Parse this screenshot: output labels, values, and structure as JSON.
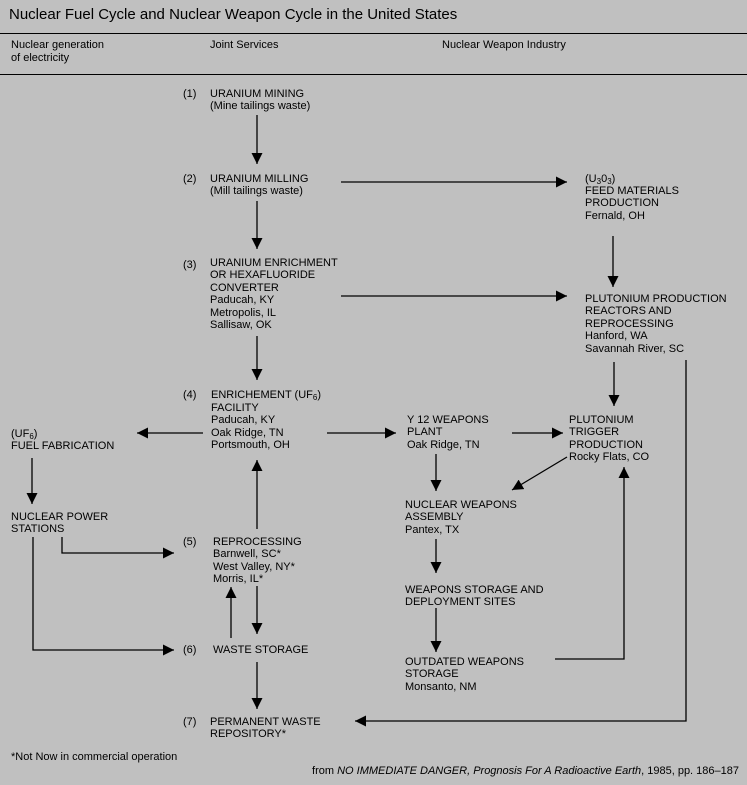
{
  "title": "Nuclear Fuel Cycle and Nuclear Weapon Cycle in the United States",
  "columns": {
    "left": "Nuclear generation\nof electricity",
    "middle": "Joint Services",
    "right": "Nuclear Weapon Industry"
  },
  "nodes": {
    "step1_num": "(1)",
    "mining": "URANIUM MINING\n(Mine tailings waste)",
    "step2_num": "(2)",
    "milling": "URANIUM MILLING\n(Mill tailings waste)",
    "feed_formula_a": "(U",
    "feed_formula_b": "3",
    "feed_formula_c": "0",
    "feed_formula_d": "3",
    "feed_formula_e": ")",
    "feed": "FEED MATERIALS\nPRODUCTION\nFernald, OH",
    "step3_num": "(3)",
    "enrichment_converter": "URANIUM ENRICHMENT\nOR HEXAFLUORIDE\nCONVERTER\nPaducah, KY\nMetropolis, IL\nSallisaw, OK",
    "plutonium_production": "PLUTONIUM PRODUCTION\nREACTORS AND\nREPROCESSING\nHanford, WA\nSavannah River, SC",
    "step4_num": "(4)",
    "enrichment_a": "ENRICHEMENT (UF",
    "enrichment_b": "6",
    "enrichment_c": ")",
    "enrichment_rest": "FACILITY\nPaducah, KY\nOak Ridge, TN\nPortsmouth, OH",
    "fuel_formula_a": "(UF",
    "fuel_formula_b": "6",
    "fuel_formula_c": ")",
    "fuel_fabrication": "FUEL FABRICATION",
    "y12": "Y 12 WEAPONS\nPLANT\nOak Ridge, TN",
    "trigger": "PLUTONIUM\nTRIGGER\nPRODUCTION\nRocky Flats, CO",
    "power_stations": "NUCLEAR POWER\nSTATIONS",
    "assembly": "NUCLEAR WEAPONS\nASSEMBLY\nPantex, TX",
    "step5_num": "(5)",
    "reprocessing": "REPROCESSING\nBarnwell, SC*\nWest Valley, NY*\nMorris, IL*",
    "weapons_storage": "WEAPONS STORAGE AND\nDEPLOYMENT SITES",
    "step6_num": "(6)",
    "waste_storage": "WASTE STORAGE",
    "outdated": "OUTDATED WEAPONS\nSTORAGE\nMonsanto, NM",
    "step7_num": "(7)",
    "repository": "PERMANENT WASTE\nREPOSITORY*"
  },
  "footnote": "*Not Now in commercial operation",
  "source": {
    "prefix": "from ",
    "title": "NO IMMEDIATE DANGER, Prognosis For A Radioactive Earth",
    "suffix": ", 1985, pp. 186–187"
  }
}
